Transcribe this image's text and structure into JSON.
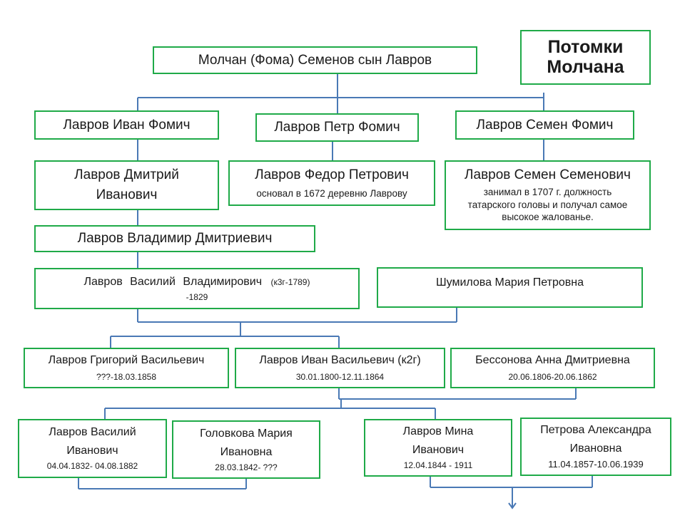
{
  "title": "Потомки Молчана",
  "title_line1": "Потомки",
  "title_line2": "Молчана",
  "colors": {
    "border": "#1faa48",
    "line": "#4a79b5"
  },
  "people": {
    "molchan": {
      "name": "Молчан (Фома) Семенов сын Лавров"
    },
    "ivan_f": {
      "name": "Лавров Иван Фомич"
    },
    "petr_f": {
      "name": "Лавров Петр Фомич"
    },
    "semen_f": {
      "name": "Лавров Семен Фомич"
    },
    "dmitry": {
      "name_line1": "Лавров Дмитрий",
      "name_line2": "Иванович"
    },
    "fedor": {
      "name": "Лавров Федор Петрович",
      "note": "основал в 1672 деревню Лаврову"
    },
    "semen_s": {
      "name": "Лавров Семен Семенович",
      "note_line1": "занимал в 1707 г. должность",
      "note_line2": "татарского головы и получал самое",
      "note_line3": "высокое жалованье."
    },
    "vladimir": {
      "name": "Лавров Владимир Дмитриевич"
    },
    "vasily_v": {
      "name": "Лавров Василий Владимирович",
      "years_a": "(к3г-1789)",
      "years_b": "-1829"
    },
    "shumilova": {
      "name": "Шумилова Мария Петровна"
    },
    "grigory": {
      "name": "Лавров Григорий Васильевич",
      "dates": "???-18.03.1858"
    },
    "ivan_v": {
      "name": "Лавров Иван Васильевич (к2г)",
      "dates": "30.01.1800-12.11.1864"
    },
    "bessonova": {
      "name": "Бессонова Анна Дмитриевна",
      "dates": "20.06.1806-20.06.1862"
    },
    "vasily_i": {
      "name_line1": "Лавров Василий",
      "name_line2": "Иванович",
      "dates": "04.04.1832- 04.08.1882"
    },
    "golovkova": {
      "name_line1": "Головкова Мария",
      "name_line2": "Ивановна",
      "dates": "28.03.1842- ???"
    },
    "mina": {
      "name_line1": "Лавров Мина",
      "name_line2": "Иванович",
      "dates": "12.04.1844 - 1911"
    },
    "petrova": {
      "name_line1": "Петрова Александра",
      "name_line2": "Ивановна",
      "dates": "11.04.1857-10.06.1939"
    }
  }
}
